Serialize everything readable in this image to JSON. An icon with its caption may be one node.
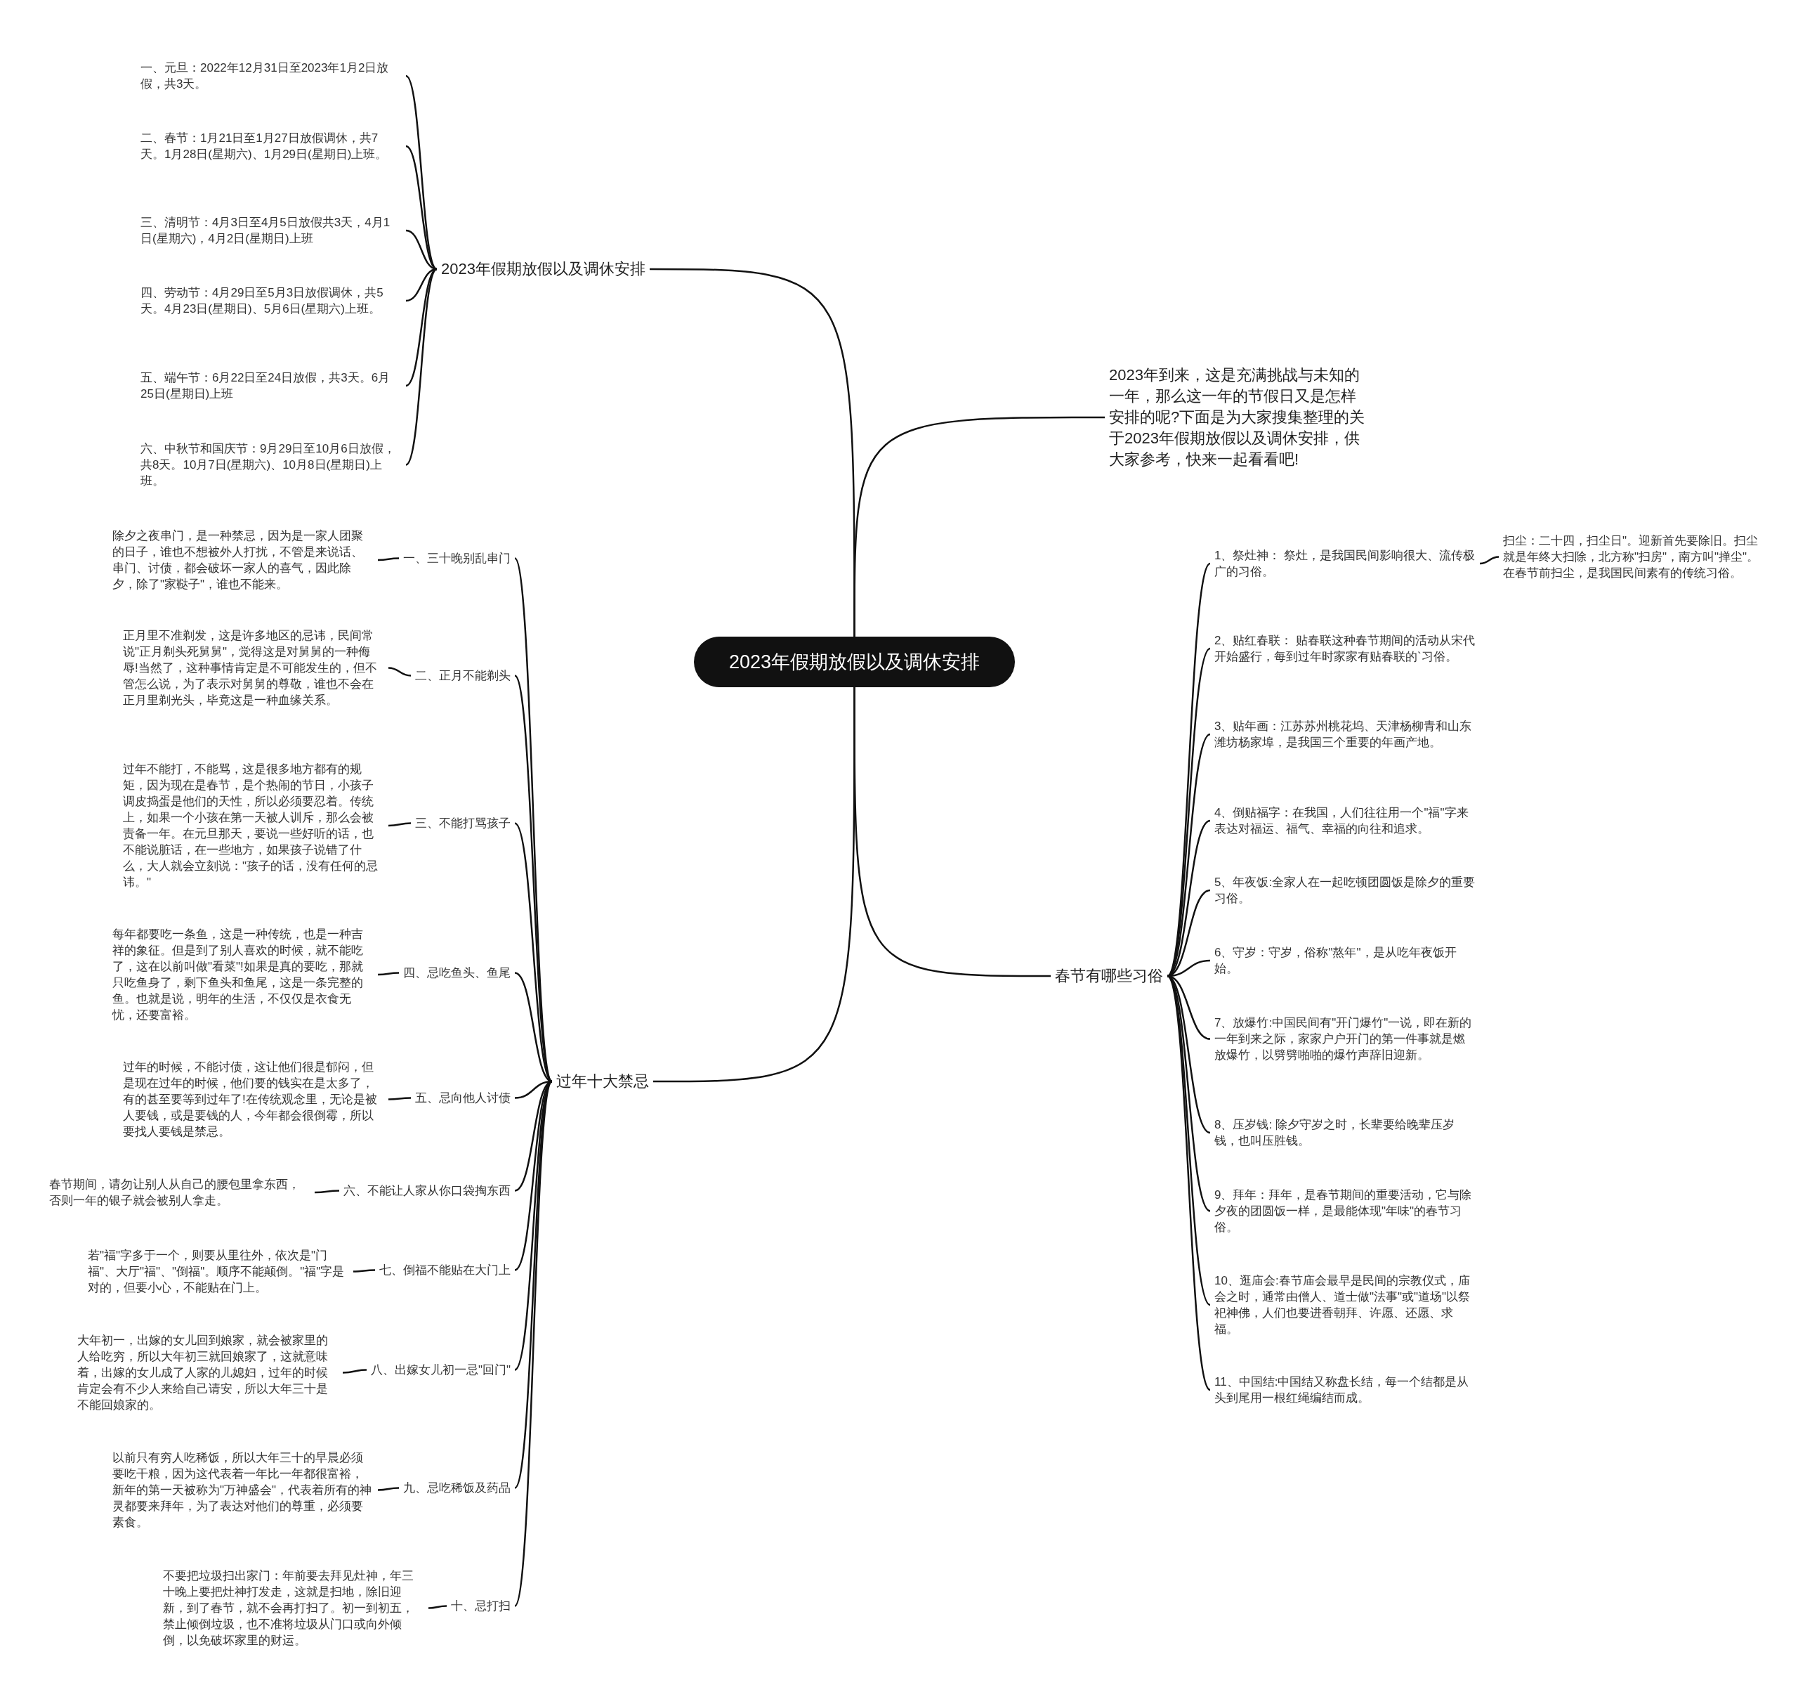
{
  "diagram": {
    "nodes": [
      {
        "text": [
          "2023年假期放假以及调休安排"
        ]
      },
      {
        "text": [
          "2023年假期放假以及调休安排"
        ]
      },
      {
        "text": [
          "一、元旦：2022年12月31日至2023年1月2日放假，共3天。"
        ]
      },
      {
        "text": [
          "二、春节：1月21日至1月27日放假调休，共7天。1月28日(星期六)、1月29日(星期日)上班。"
        ]
      },
      {
        "text": [
          "三、清明节：4月3日至4月5日放假共3天，4月1日(星期六)，4月2日(星期日)上班"
        ]
      },
      {
        "text": [
          "四、劳动节：4月29日至5月3日放假调休，共5天。4月23日(星期日)、5月6日(星期六)上班。"
        ]
      },
      {
        "text": [
          "五、端午节：6月22日至24日放假，共3天。6月25日(星期日)上班"
        ]
      },
      {
        "text": [
          "六、中秋节和国庆节：9月29日至10月6日放假，共8天。10月7日(星期六)、10月8日(星期日)上班。"
        ]
      },
      {
        "text": [
          "2023年到来，这是充满挑战与未知的一年，那么这一年的节假日又是怎样安排的呢?下面是为大家搜集整理的关于2023年假期放假以及调休安排，供大家参考，快来一起看看吧!"
        ]
      },
      {
        "text": [
          "春节有哪些习俗"
        ]
      },
      {
        "text": [
          "1、祭灶神： 祭灶，是我国民间影响很大、流传极广的习俗。"
        ]
      },
      {
        "text": [
          "2、贴红春联： 贴春联这种春节期间的活动从宋代开始盛行，每到过年时家家有贴春联的`习俗。"
        ]
      },
      {
        "text": [
          "3、贴年画：江苏苏州桃花坞、天津杨柳青和山东潍坊杨家埠，是我国三个重要的年画产地。"
        ]
      },
      {
        "text": [
          "4、倒贴福字：在我国，人们往往用一个\"福\"字来表达对福运、福气、幸福的向往和追求。"
        ]
      },
      {
        "text": [
          "5、年夜饭:全家人在一起吃顿团圆饭是除夕的重要习俗。"
        ]
      },
      {
        "text": [
          "6、守岁：守岁，俗称\"熬年\"，是从吃年夜饭开始。"
        ]
      },
      {
        "text": [
          "7、放爆竹:中国民间有\"开门爆竹\"一说，即在新的一年到来之际，家家户户开门的第一件事就是燃放爆竹，以劈劈啪啪的爆竹声辞旧迎新。"
        ]
      },
      {
        "text": [
          "8、压岁钱: 除夕守岁之时，长辈要给晚辈压岁钱，也叫压胜钱。"
        ]
      },
      {
        "text": [
          "9、拜年：拜年，是春节期间的重要活动，它与除夕夜的团圆饭一样，是最能体现\"年味\"的春节习俗。"
        ]
      },
      {
        "text": [
          "10、逛庙会:春节庙会最早是民间的宗教仪式，庙会之时，通常由僧人、道士做\"法事\"或\"道场\"以祭祀神佛，人们也要进香朝拜、许愿、还愿、求福。"
        ]
      },
      {
        "text": [
          "11、中国结:中国结又称盘长结，每一个结都是从头到尾用一根红绳编结而成。"
        ]
      },
      {
        "text": [
          "扫尘：二十四，扫尘日\"。迎新首先要除旧。扫尘就是年终大扫除，北方称\"扫房\"，南方叫\"掸尘\"。在春节前扫尘，是我国民间素有的传统习俗。"
        ]
      },
      {
        "text": [
          "过年十大禁忌"
        ]
      },
      {
        "text": [
          "一、三十晚别乱串门"
        ]
      },
      {
        "text": [
          "除夕之夜串门，是一种禁忌，因为是一家人团聚的日子，谁也不想被外人打扰，不管是来说话、串门、讨债，都会破坏一家人的喜气，因此除夕，除了\"家鞑子\"，谁也不能来。"
        ]
      },
      {
        "text": [
          "二、正月不能剃头"
        ]
      },
      {
        "text": [
          "正月里不准剃发，这是许多地区的忌讳，民间常说\"正月剃头死舅舅\"，觉得这是对舅舅的一种侮辱!当然了，这种事情肯定是不可能发生的，但不管怎么说，为了表示对舅舅的尊敬，谁也不会在正月里剃光头，毕竟这是一种血缘关系。"
        ]
      },
      {
        "text": [
          "三、不能打骂孩子"
        ]
      },
      {
        "text": [
          "过年不能打，不能骂，这是很多地方都有的规矩，因为现在是春节，是个热闹的节日，小孩子调皮捣蛋是他们的天性，所以必须要忍着。传统上，如果一个小孩在第一天被人训斥，那么会被责备一年。在元旦那天，要说一些好听的话，也不能说脏话，在一些地方，如果孩子说错了什么，大人就会立刻说：\"孩子的话，没有任何的忌讳。\""
        ]
      },
      {
        "text": [
          "四、忌吃鱼头、鱼尾"
        ]
      },
      {
        "text": [
          "每年都要吃一条鱼，这是一种传统，也是一种吉祥的象征。但是到了别人喜欢的时候，就不能吃了，这在以前叫做\"看菜\"!如果是真的要吃，那就只吃鱼身了，剩下鱼头和鱼尾，这是一条完整的鱼。也就是说，明年的生活，不仅仅是衣食无忧，还要富裕。"
        ]
      },
      {
        "text": [
          "五、忌向他人讨债"
        ]
      },
      {
        "text": [
          "过年的时候，不能讨债，这让他们很是郁闷，但是现在过年的时候，他们要的钱实在是太多了，有的甚至要等到过年了!在传统观念里，无论是被人要钱，或是要钱的人，今年都会很倒霉，所以要找人要钱是禁忌。"
        ]
      },
      {
        "text": [
          "六、不能让人家从你口袋掏东西"
        ]
      },
      {
        "text": [
          "春节期间，请勿让别人从自己的腰包里拿东西，否则一年的银子就会被别人拿走。"
        ]
      },
      {
        "text": [
          "七、倒福不能贴在大门上"
        ]
      },
      {
        "text": [
          "若\"福\"字多于一个，则要从里往外，依次是\"门福\"、大厅\"福\"、\"倒福\"。顺序不能颠倒。\"福\"字是对的，但要小心，不能贴在门上。"
        ]
      },
      {
        "text": [
          "八、出嫁女儿初一忌\"回门\""
        ]
      },
      {
        "text": [
          "大年初一，出嫁的女儿回到娘家，就会被家里的人给吃穷，所以大年初三就回娘家了，这就意味着，出嫁的女儿成了人家的儿媳妇，过年的时候肯定会有不少人来给自己请安，所以大年三十是不能回娘家的。"
        ]
      },
      {
        "text": [
          "九、忌吃稀饭及药品"
        ]
      },
      {
        "text": [
          "以前只有穷人吃稀饭，所以大年三十的早晨必须要吃干粮，因为这代表着一年比一年都很富裕，新年的第一天被称为\"万神盛会\"，代表着所有的神灵都要来拜年，为了表达对他们的尊重，必须要素食。"
        ]
      },
      {
        "text": [
          "十、忌打扫"
        ]
      },
      {
        "text": [
          "不要把垃圾扫出家门：年前要去拜见灶神，年三十晚上要把灶神打发走，这就是扫地，除旧迎新，到了春节，就不会再打扫了。初一到初五，禁止倾倒垃圾，也不准将垃圾从门口或向外倾倒，以免破坏家里的财运。"
        ]
      }
    ],
    "edges": [
      {
        "from": 0,
        "to": 1,
        "arrow": "none"
      },
      {
        "from": 1,
        "to": 2,
        "arrow": "none"
      },
      {
        "from": 1,
        "to": 3,
        "arrow": "none"
      },
      {
        "from": 1,
        "to": 4,
        "arrow": "none"
      },
      {
        "from": 1,
        "to": 5,
        "arrow": "none"
      },
      {
        "from": 1,
        "to": 6,
        "arrow": "none"
      },
      {
        "from": 1,
        "to": 7,
        "arrow": "none"
      },
      {
        "from": 0,
        "to": 8,
        "arrow": "none"
      },
      {
        "from": 0,
        "to": 9,
        "arrow": "none"
      },
      {
        "from": 9,
        "to": 10,
        "arrow": "none"
      },
      {
        "from": 9,
        "to": 11,
        "arrow": "none"
      },
      {
        "from": 9,
        "to": 12,
        "arrow": "none"
      },
      {
        "from": 9,
        "to": 13,
        "arrow": "none"
      },
      {
        "from": 9,
        "to": 14,
        "arrow": "none"
      },
      {
        "from": 9,
        "to": 15,
        "arrow": "none"
      },
      {
        "from": 9,
        "to": 16,
        "arrow": "none"
      },
      {
        "from": 9,
        "to": 17,
        "arrow": "none"
      },
      {
        "from": 9,
        "to": 18,
        "arrow": "none"
      },
      {
        "from": 9,
        "to": 19,
        "arrow": "none"
      },
      {
        "from": 9,
        "to": 20,
        "arrow": "none"
      },
      {
        "from": 10,
        "to": 21,
        "arrow": "none"
      },
      {
        "from": 0,
        "to": 22,
        "arrow": "none"
      },
      {
        "from": 22,
        "to": 23,
        "arrow": "none"
      },
      {
        "from": 23,
        "to": 24,
        "arrow": "none"
      },
      {
        "from": 22,
        "to": 25,
        "arrow": "none"
      },
      {
        "from": 25,
        "to": 26,
        "arrow": "none"
      },
      {
        "from": 22,
        "to": 27,
        "arrow": "none"
      },
      {
        "from": 27,
        "to": 28,
        "arrow": "none"
      },
      {
        "from": 22,
        "to": 29,
        "arrow": "none"
      },
      {
        "from": 29,
        "to": 30,
        "arrow": "none"
      },
      {
        "from": 22,
        "to": 31,
        "arrow": "none"
      },
      {
        "from": 31,
        "to": 32,
        "arrow": "none"
      },
      {
        "from": 22,
        "to": 33,
        "arrow": "none"
      },
      {
        "from": 33,
        "to": 34,
        "arrow": "none"
      },
      {
        "from": 22,
        "to": 35,
        "arrow": "none"
      },
      {
        "from": 35,
        "to": 36,
        "arrow": "none"
      },
      {
        "from": 22,
        "to": 37,
        "arrow": "none"
      },
      {
        "from": 37,
        "to": 38,
        "arrow": "none"
      },
      {
        "from": 22,
        "to": 39,
        "arrow": "none"
      },
      {
        "from": 39,
        "to": 40,
        "arrow": "none"
      },
      {
        "from": 22,
        "to": 41,
        "arrow": "none"
      },
      {
        "from": 41,
        "to": 42,
        "arrow": "none"
      }
    ]
  }
}
